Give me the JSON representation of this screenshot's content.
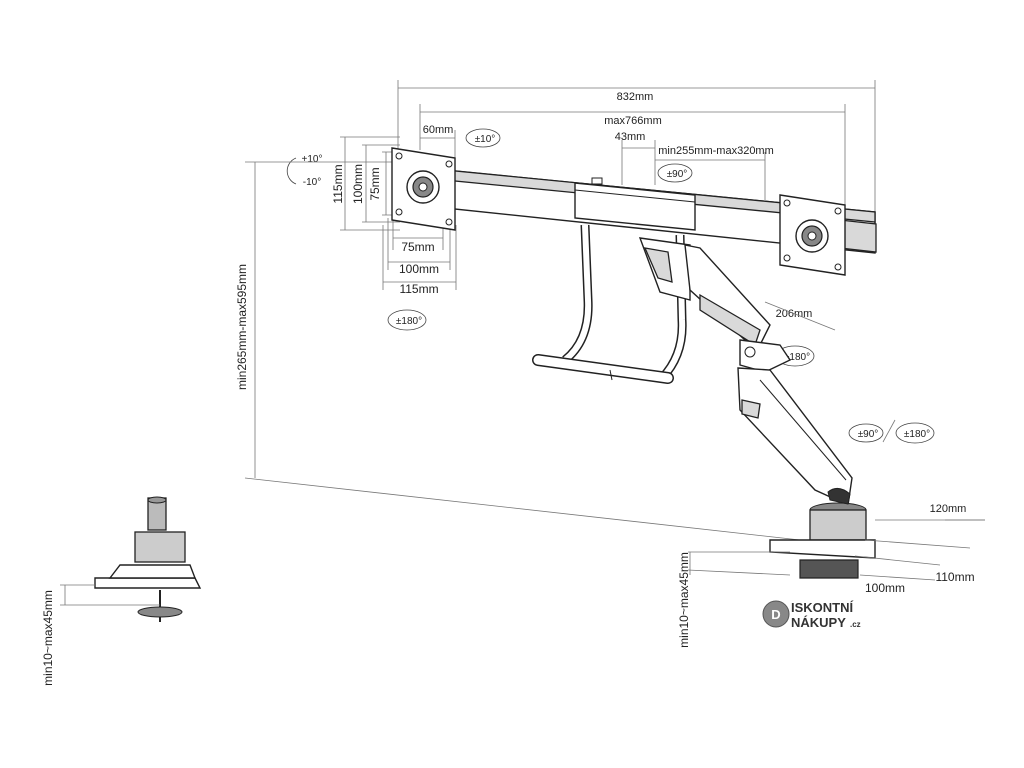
{
  "dimensions": {
    "overall_width": "832mm",
    "max_width": "max766mm",
    "vesa_offset": "60mm",
    "tilt_top": "±10°",
    "center_offset": "43mm",
    "arm_width_range": "min255mm-max320mm",
    "swivel_bar": "±90°",
    "tilt_up": "+10°",
    "tilt_down": "-10°",
    "vesa_h_115": "115mm",
    "vesa_h_100": "100mm",
    "vesa_h_75": "75mm",
    "vesa_w_75": "75mm",
    "vesa_w_100": "100mm",
    "vesa_w_115": "115mm",
    "rotation_left": "±180°",
    "height_range": "min265mm-max595mm",
    "arm_reach": "206mm",
    "rotation_joint": "±180°",
    "swivel_base": "±90°",
    "rotation_base": "±180°",
    "base_depth_120": "120mm",
    "base_100": "100mm",
    "base_110": "110mm",
    "desk_clamp_right": "min10~max45mm",
    "desk_clamp_left": "min10~max45mm"
  },
  "logo": {
    "line1": "ISKONTNÍ",
    "line2": "NÁKUPY",
    "suffix": ".cz",
    "mark": "D"
  }
}
